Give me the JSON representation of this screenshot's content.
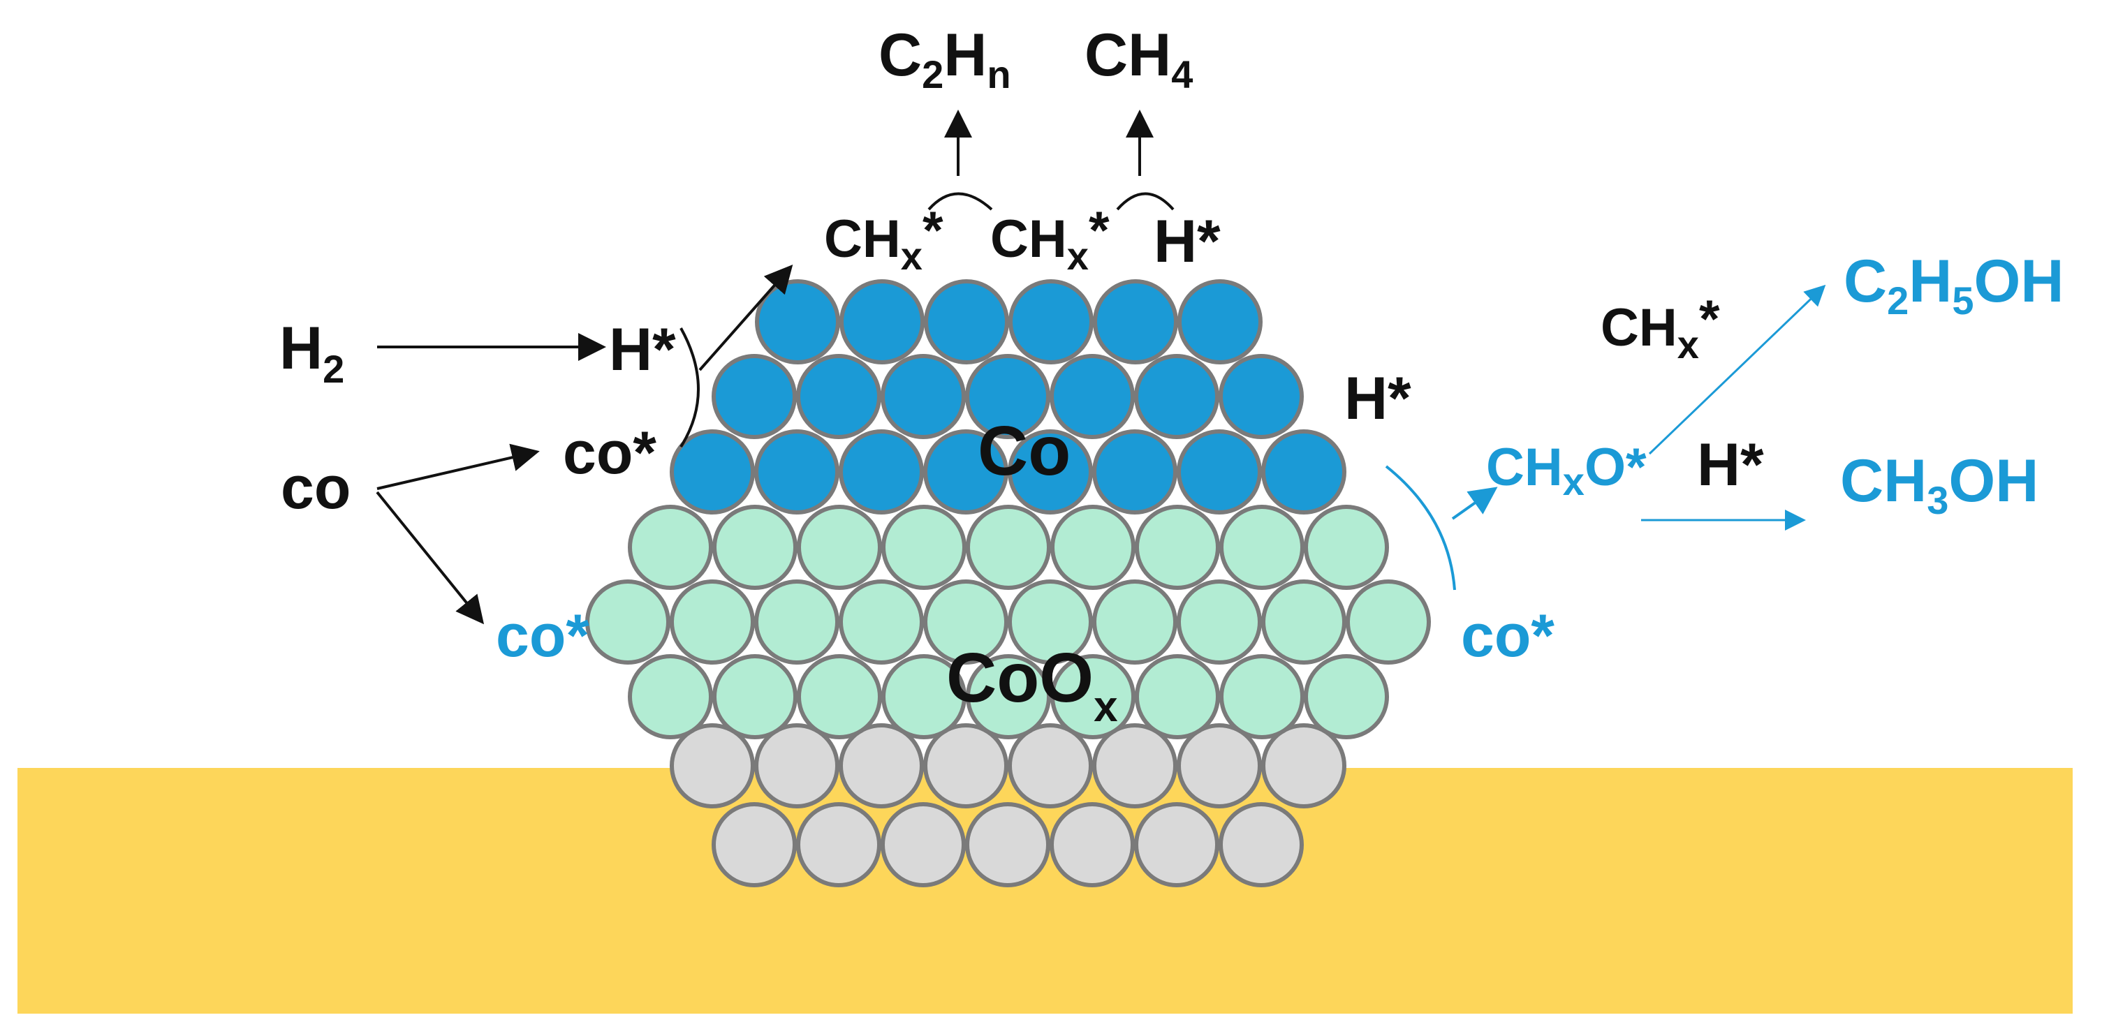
{
  "colors": {
    "substrate": "#fdd65a",
    "metal_co": "#1b9ad6",
    "oxide_coox": "#b2ecd3",
    "support_atoms": "#d9d9d9",
    "atom_outline": "#7a7a7a",
    "text_dark": "#111111",
    "text_blue": "#1b9ad6"
  },
  "labels": {
    "c2hn": {
      "main": "C",
      "s1": "2",
      "m2": "H",
      "s2": "n"
    },
    "ch4": {
      "main": "CH",
      "s1": "4"
    },
    "chx_a": {
      "main": "CH",
      "s1": "x",
      "m2": "*"
    },
    "chx_b": {
      "main": "CH",
      "s1": "x",
      "m2": "*"
    },
    "hstar_top": {
      "main": "H*"
    },
    "h2": {
      "main": "H",
      "s1": "2"
    },
    "hstar_left": {
      "main": "H*"
    },
    "co": {
      "main": "co"
    },
    "costar_upper": {
      "main": "co*"
    },
    "costar_lower": {
      "main": "co*"
    },
    "co_metal": {
      "main": "Co"
    },
    "coox": {
      "main": "CoO",
      "s1": "x"
    },
    "hstar_right": {
      "main": "H*"
    },
    "chx_right": {
      "main": "CH",
      "s1": "x",
      "m2": "*"
    },
    "chxo": {
      "main": "CH",
      "s1": "x",
      "m2": "O*"
    },
    "hstar_right2": {
      "main": "H*"
    },
    "c2h5oh": {
      "main": "C",
      "s1": "2",
      "m2": "H",
      "s2": "5",
      "m3": "OH"
    },
    "ch3oh": {
      "main": "CH",
      "s1": "3",
      "m2": "OH"
    },
    "costar_right": {
      "main": "co*"
    }
  }
}
